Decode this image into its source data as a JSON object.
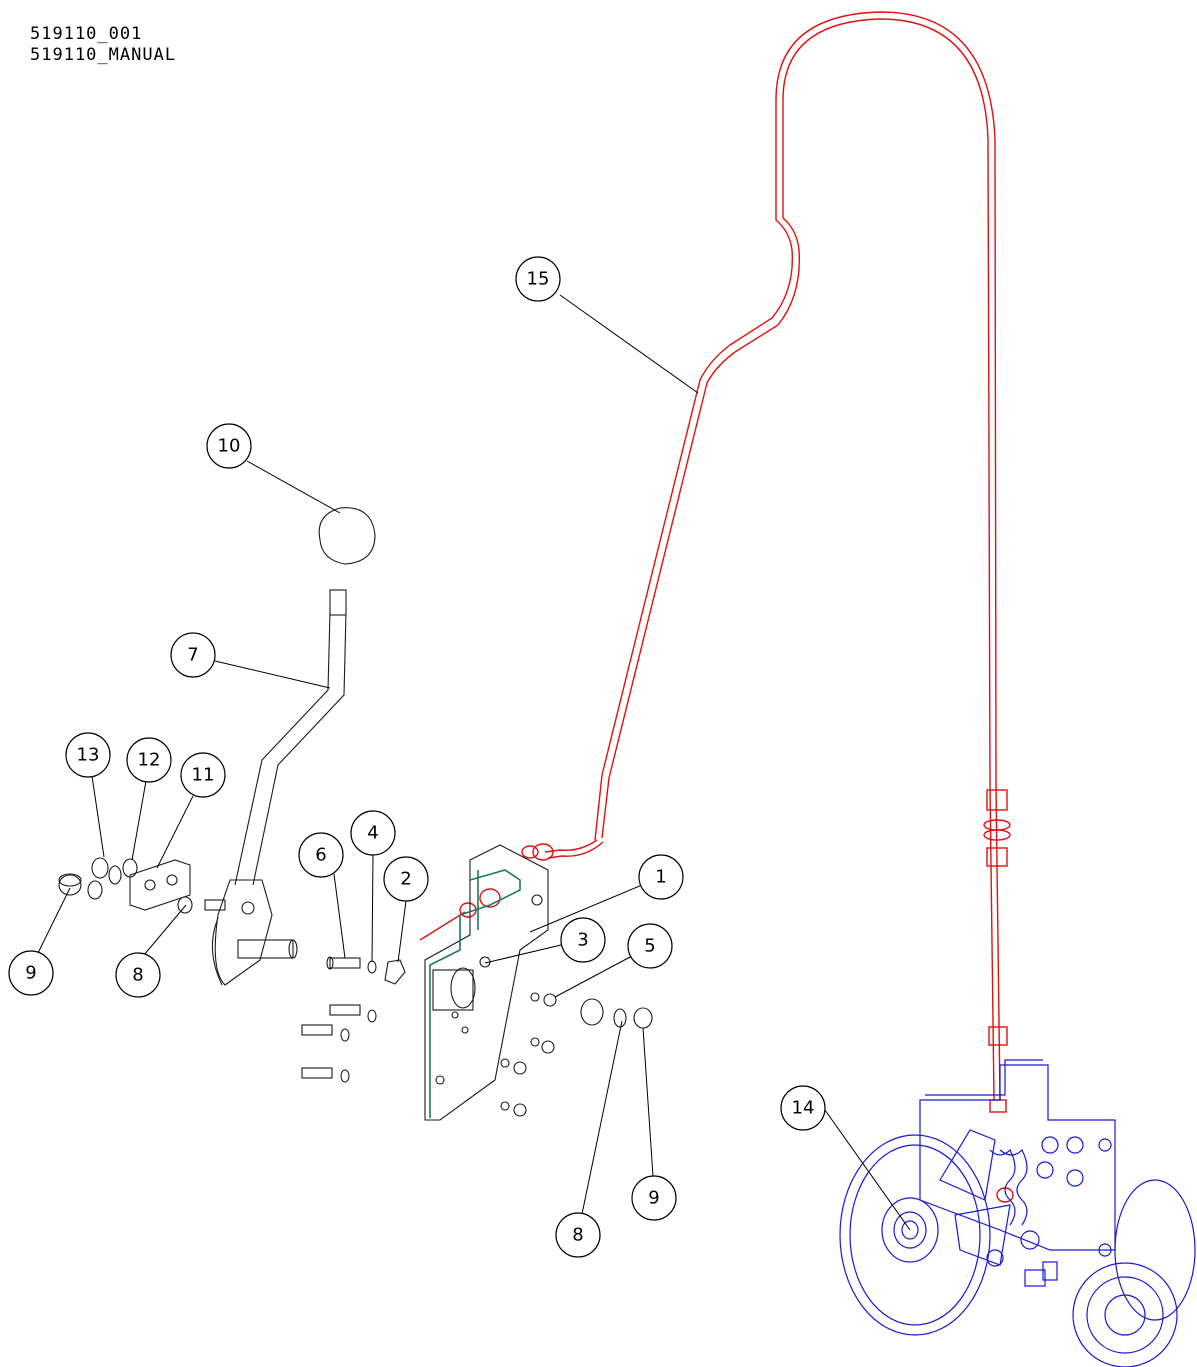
{
  "header": {
    "part_number": "519110_001",
    "manual_ref": "519110_MANUAL"
  },
  "callouts": [
    {
      "id": "1",
      "label": "1"
    },
    {
      "id": "2",
      "label": "2"
    },
    {
      "id": "3",
      "label": "3"
    },
    {
      "id": "4",
      "label": "4"
    },
    {
      "id": "5",
      "label": "5"
    },
    {
      "id": "6",
      "label": "6"
    },
    {
      "id": "7",
      "label": "7"
    },
    {
      "id": "8a",
      "label": "8"
    },
    {
      "id": "8b",
      "label": "8"
    },
    {
      "id": "9a",
      "label": "9"
    },
    {
      "id": "9b",
      "label": "9"
    },
    {
      "id": "10",
      "label": "10"
    },
    {
      "id": "11",
      "label": "11"
    },
    {
      "id": "12",
      "label": "12"
    },
    {
      "id": "13",
      "label": "13"
    },
    {
      "id": "14",
      "label": "14"
    },
    {
      "id": "15",
      "label": "15"
    }
  ],
  "colors": {
    "cable": "#e01010",
    "idler_assembly": "#1717d6",
    "parts": "#1a1a1a",
    "bracket_edge": "#1a7a5a"
  }
}
